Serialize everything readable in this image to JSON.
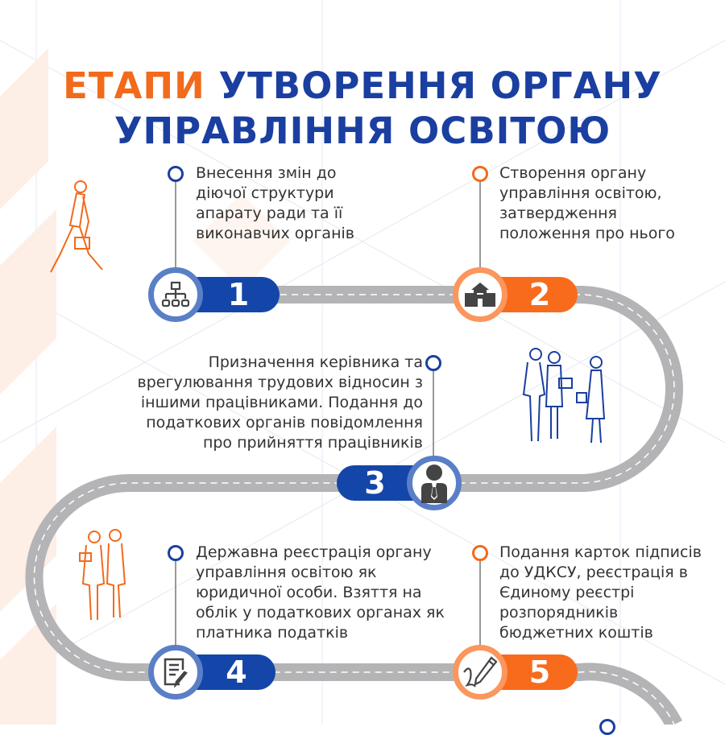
{
  "title": {
    "accent": "ЕТАПИ",
    "line1_rest": " УТВОРЕННЯ ОРГАНУ",
    "line2": "УПРАВЛІННЯ ОСВІТОЮ"
  },
  "colors": {
    "blue": "#1446a9",
    "orange": "#f86b1c",
    "road": "#b4b4b6",
    "text": "#333333"
  },
  "steps": [
    {
      "number": "1",
      "icon": "org-chart-icon",
      "text": "Внесення змін до діючої структури апарату ради та її виконавчих органів"
    },
    {
      "number": "2",
      "icon": "building-icon",
      "text": "Створення органу управління освітою, затвердження положення про нього"
    },
    {
      "number": "3",
      "icon": "businessman-icon",
      "text": "Призначення керівника та врегулювання трудових відносин з іншими працівниками. Подання до податкових органів повідомлення про прийняття працівників"
    },
    {
      "number": "4",
      "icon": "document-edit-icon",
      "text": "Державна реєстрація органу управління освітою як юридичної особи. Взяття на облік у податкових органах як платника податків"
    },
    {
      "number": "5",
      "icon": "signature-pen-icon",
      "text": "Подання карток підписів до УДКСУ, реєстрація в Єдиному реєстрі розпорядників бюджетних коштів"
    }
  ]
}
